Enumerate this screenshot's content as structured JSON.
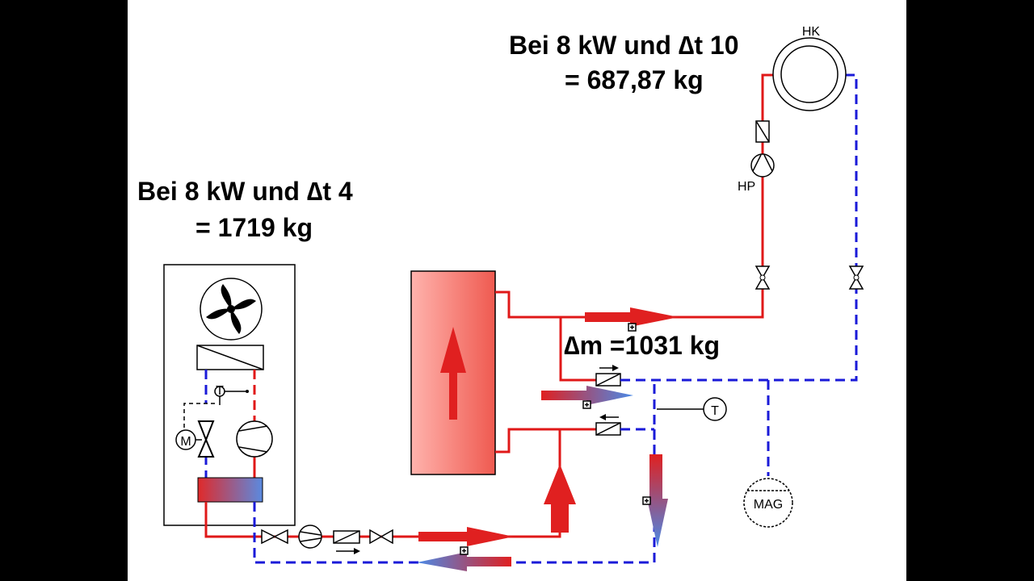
{
  "annotations": {
    "hk_calc_line1": "Bei 8 kW und ∆t 10",
    "hk_calc_line2": "= 687,87 kg",
    "hp_calc_line1": "Bei 8 kW und ∆t 4",
    "hp_calc_line2": "= 1719 kg",
    "delta_m": "∆m =1031 kg"
  },
  "labels": {
    "heating_circuit": "HK",
    "heating_pump": "HP",
    "motor": "M",
    "temp_sensor_top": "T",
    "temp_sensor_right": "T",
    "expansion_vessel": "MAG"
  },
  "colors": {
    "flow_hot": "#e01818",
    "return_cold": "#1a1ad8",
    "buffer_tank_fill": "#f36b63",
    "background_frame": "#000000"
  }
}
